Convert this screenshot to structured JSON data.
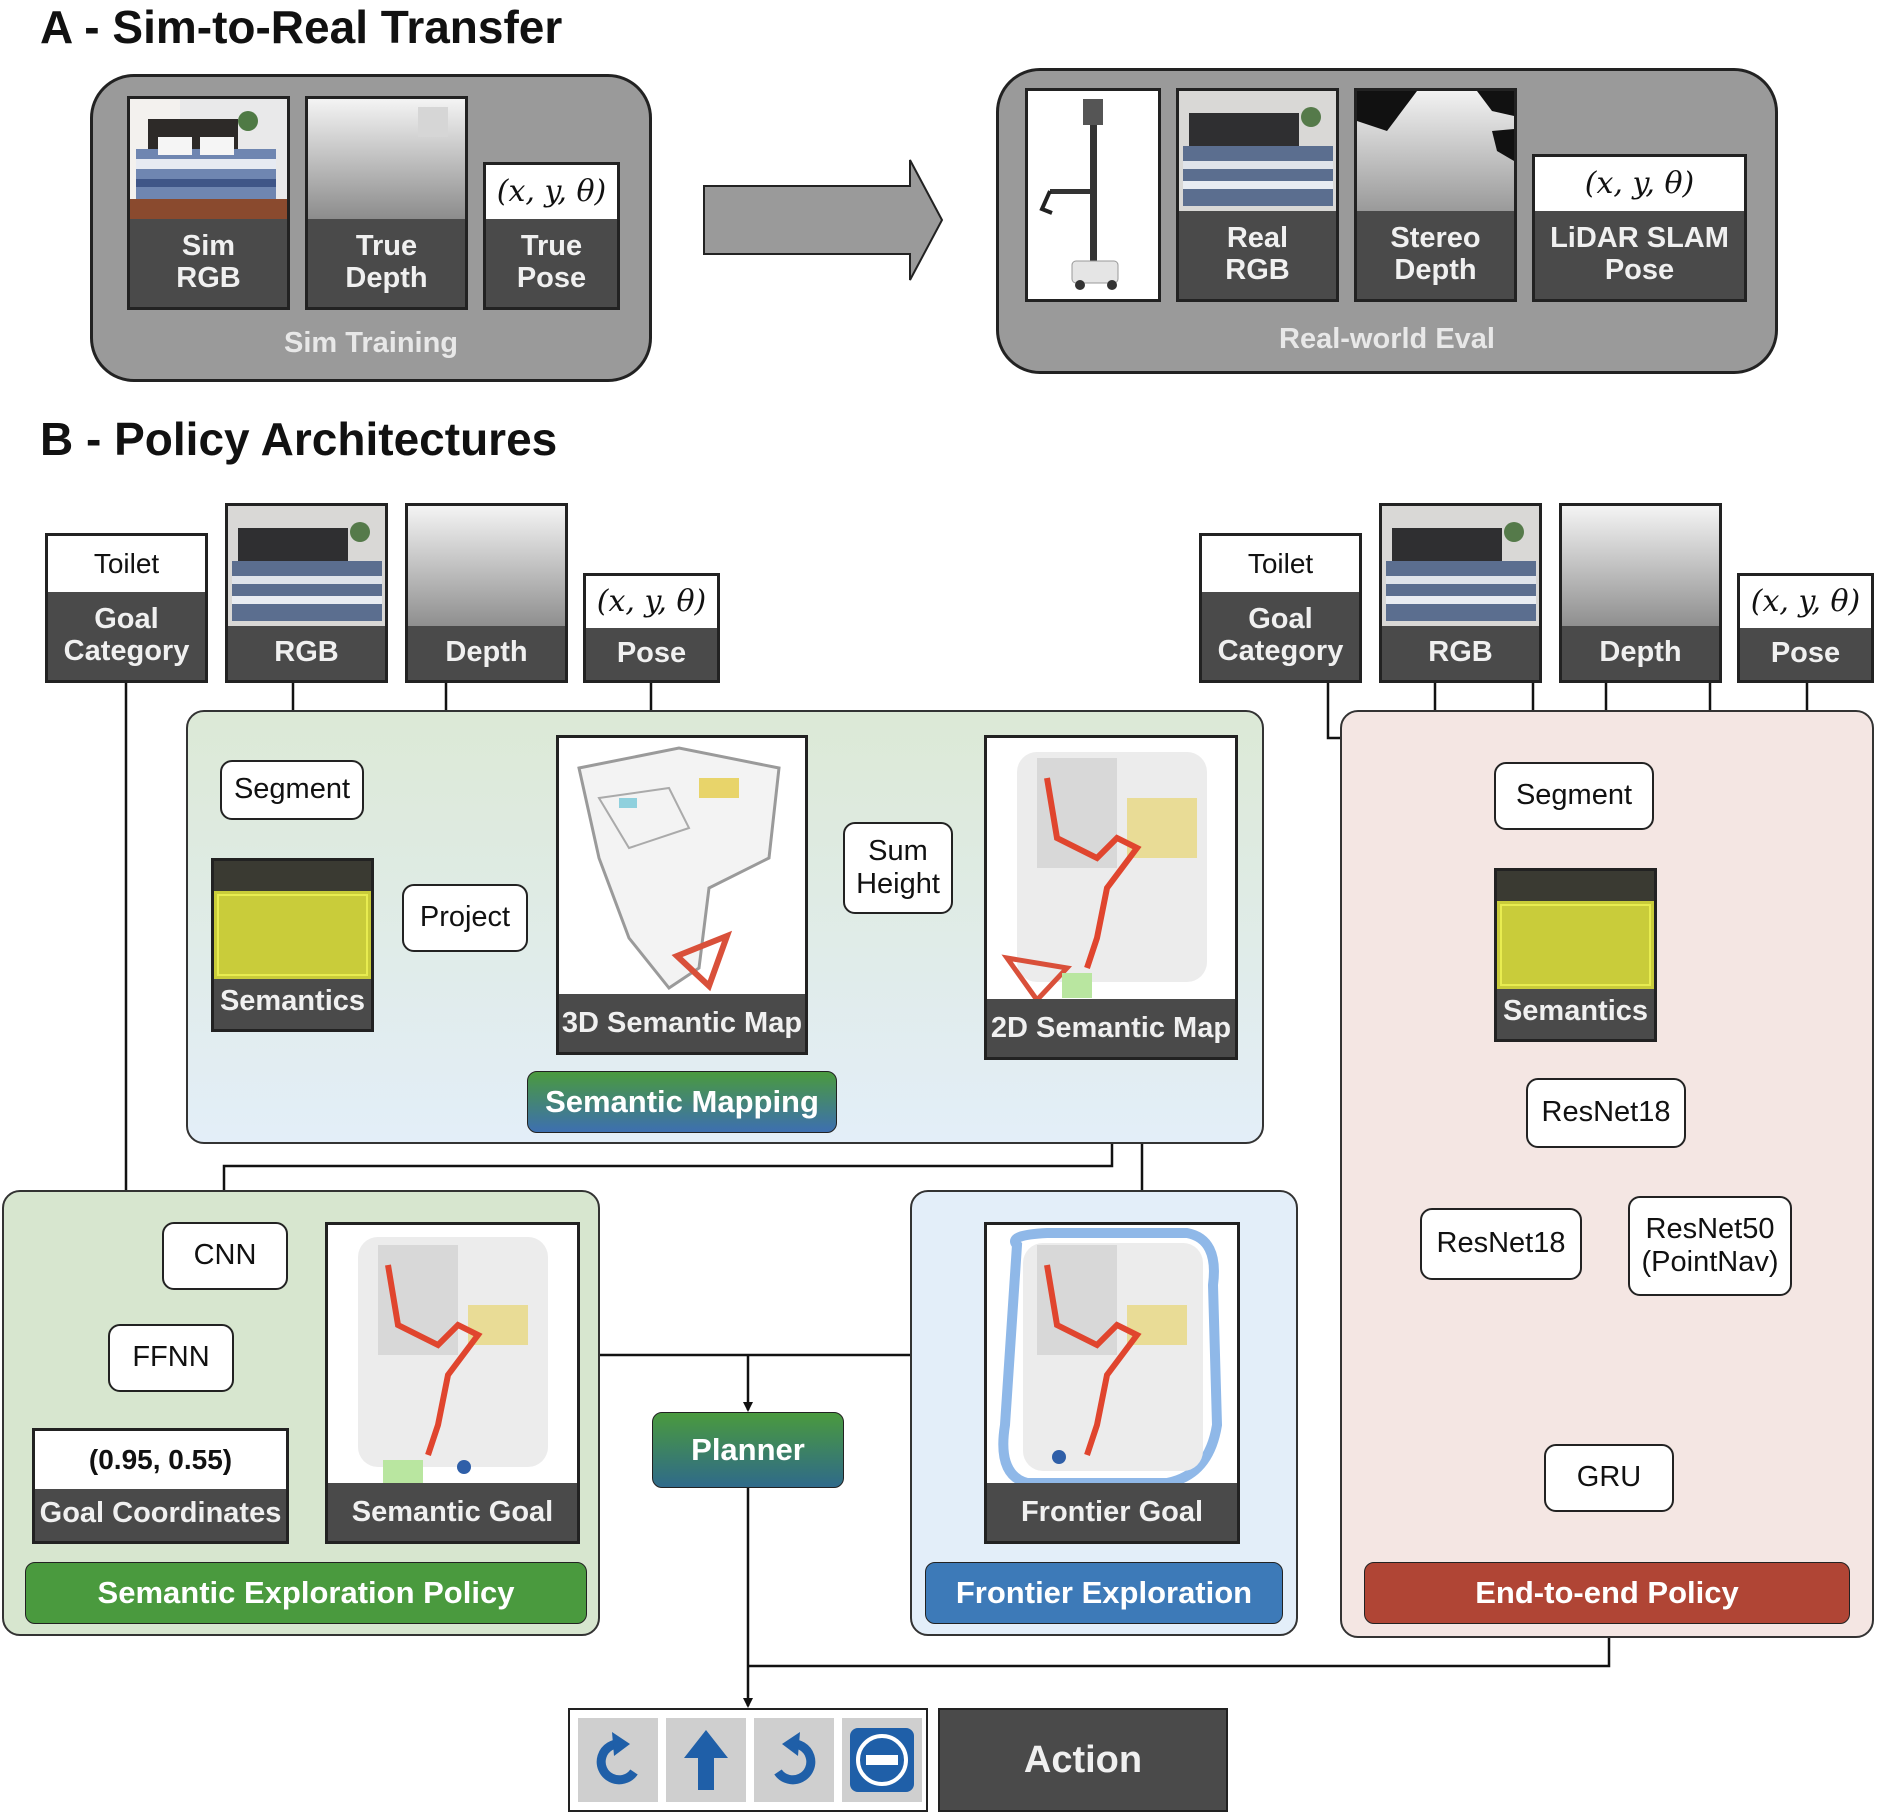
{
  "section_a": {
    "title": "A - Sim-to-Real Transfer",
    "sim_panel": {
      "caption": "Sim Training",
      "tiles": [
        {
          "label": "Sim\nRGB"
        },
        {
          "label": "True\nDepth"
        },
        {
          "label": "True\nPose",
          "math": "(x, y, θ)"
        }
      ]
    },
    "real_panel": {
      "caption": "Real-world Eval",
      "tiles": [
        {
          "label": "Real\nRGB"
        },
        {
          "label": "Stereo\nDepth"
        },
        {
          "label": "LiDAR SLAM\nPose",
          "math": "(x, y, θ)"
        }
      ]
    }
  },
  "section_b": {
    "title": "B - Policy Architectures",
    "left_inputs": {
      "goal_word": "Toilet",
      "goal_label": "Goal\nCategory",
      "rgb_label": "RGB",
      "depth_label": "Depth",
      "pose_math": "(x, y, θ)",
      "pose_label": "Pose"
    },
    "right_inputs": {
      "goal_word": "Toilet",
      "goal_label": "Goal\nCategory",
      "rgb_label": "RGB",
      "depth_label": "Depth",
      "pose_math": "(x, y, θ)",
      "pose_label": "Pose"
    },
    "semantic_mapping": {
      "segment": "Segment",
      "semantics": "Semantics",
      "project": "Project",
      "map3d": "3D Semantic Map",
      "sum_height": "Sum\nHeight",
      "map2d": "2D Semantic Map",
      "banner": "Semantic Mapping"
    },
    "semantic_exploration": {
      "cnn": "CNN",
      "ffnn": "FFNN",
      "coords_value": "(0.95, 0.55)",
      "coords_label": "Goal Coordinates",
      "goal_map_label": "Semantic Goal",
      "banner": "Semantic Exploration Policy"
    },
    "planner": "Planner",
    "frontier": {
      "goal_map_label": "Frontier Goal",
      "banner": "Frontier Exploration"
    },
    "end_to_end": {
      "segment": "Segment",
      "semantics": "Semantics",
      "resnet18_sem": "ResNet18",
      "resnet18_rgb": "ResNet18",
      "resnet50": "ResNet50\n(PointNav)",
      "gru": "GRU",
      "banner": "End-to-end Policy"
    },
    "action": {
      "label": "Action",
      "icons": [
        "rotate-left-icon",
        "move-forward-icon",
        "rotate-right-icon",
        "stop-icon"
      ]
    }
  },
  "colors": {
    "panel_gray": "#9a9a9a",
    "tile_dark": "#4a4a4a",
    "mapping_bg_top": "#dce9d6",
    "mapping_bg_bottom": "#e3eef8",
    "semantic_green": "#4a9a3e",
    "frontier_blue": "#3d7ab8",
    "e2e_red": "#b04535",
    "e2e_bg": "#f4e6e3",
    "sem_expl_bg": "#d7e6cf",
    "frontier_bg": "#e3eef9",
    "trajectory_red": "#e0452e",
    "frontier_ring": "#8fb8e8",
    "gradient_teal": "#2f7a7a"
  }
}
